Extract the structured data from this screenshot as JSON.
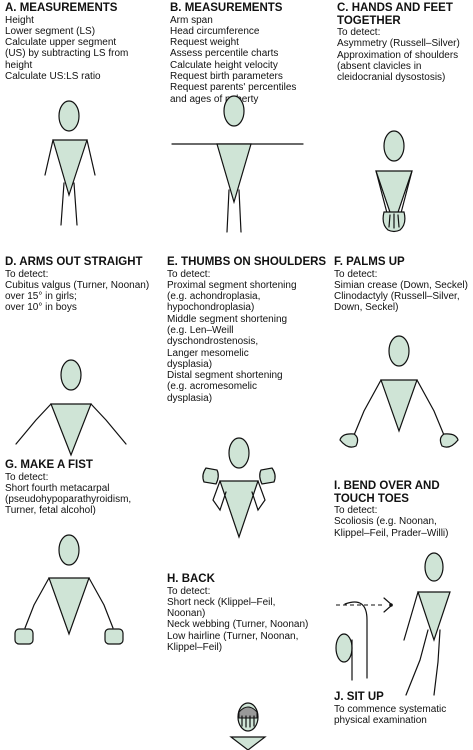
{
  "panels": {
    "a": {
      "title": "A.  MEASUREMENTS",
      "lines": [
        "Height",
        "Lower segment (LS)",
        "Calculate upper segment\n(US) by subtracting LS from\nheight",
        "Calculate US:LS ratio"
      ]
    },
    "b": {
      "title": "B.  MEASUREMENTS",
      "lines": [
        "Arm span",
        "Head circumference",
        "Request weight",
        "Assess percentile charts",
        "Calculate height velocity",
        "Request birth parameters",
        "Request parents' percentiles\n  and ages of puberty"
      ]
    },
    "c": {
      "title": "C.  HANDS AND FEET\n      TOGETHER",
      "lines": [
        "To detect:",
        "Asymmetry (Russell–Silver)",
        "Approximation of shoulders\n  (absent clavicles in cleidocranial dysostosis)"
      ]
    },
    "d": {
      "title": "D.  ARMS OUT STRAIGHT",
      "lines": [
        "To detect:",
        "Cubitus valgus (Turner, Noonan)\n  over 15° in girls;\n  over 10° in boys"
      ]
    },
    "e": {
      "title": "E.  THUMBS ON SHOULDERS",
      "lines": [
        "To detect:",
        "Proximal segment shortening\n  (e.g. achondroplasia,\n  hypochondroplasia)",
        "Middle segment shortening\n  (e.g. Len–Weill\n  dyschondrostenosis,\n  Langer mesomelic\n  dysplasia)",
        "Distal segment shortening\n  (e.g. acromesomelic\n  dysplasia)"
      ]
    },
    "f": {
      "title": "F.  PALMS UP",
      "lines": [
        "To detect:",
        "Simian crease (Down, Seckel)",
        "Clinodactyly (Russell–Silver,\n  Down, Seckel)"
      ]
    },
    "g": {
      "title": "G.  MAKE A FIST",
      "lines": [
        "To detect:",
        "Short fourth metacarpal\n  (pseudohypoparathyroidism,\n  Turner, fetal alcohol)"
      ]
    },
    "h": {
      "title": "H.  BACK",
      "lines": [
        "To detect:",
        "Short neck (Klippel–Feil,\n  Noonan)",
        "Neck webbing (Turner, Noonan)",
        "Low hairline (Turner, Noonan,\n  Klippel–Feil)"
      ]
    },
    "i": {
      "title": "I.  BEND OVER AND\n     TOUCH TOES",
      "lines": [
        "To detect:",
        "Scoliosis (e.g. Noonan,\n  Klippel–Feil, Prader–Willi)"
      ]
    },
    "j": {
      "title": "J.  SIT UP",
      "lines": [
        "To commence systematic\n  physical examination"
      ]
    }
  },
  "colors": {
    "body_fill": "#cfe4d6",
    "outline": "#111111"
  }
}
